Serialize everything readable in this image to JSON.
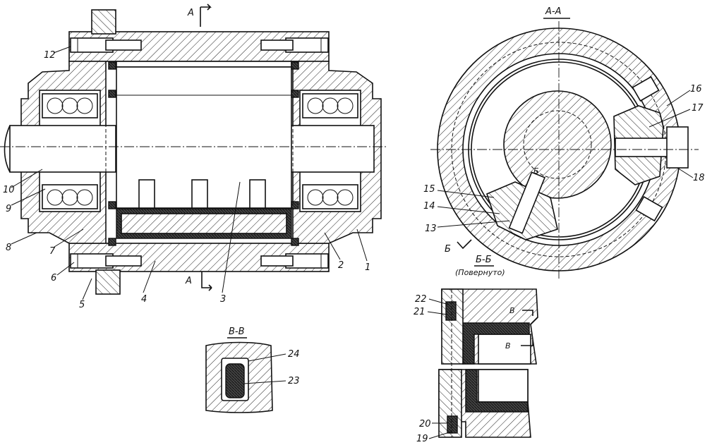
{
  "main_view": {
    "section_marks": [
      "А",
      "А"
    ],
    "callouts": [
      "1",
      "2",
      "3",
      "4",
      "5",
      "6",
      "7",
      "8",
      "9",
      "10",
      "12"
    ]
  },
  "section_aa": {
    "title": "А-А",
    "view_mark": "Б",
    "inner_mark": "Б",
    "callouts": [
      "13",
      "14",
      "15",
      "16",
      "17",
      "18"
    ]
  },
  "section_bb": {
    "title": "Б-Б",
    "subtitle": "(Повернуто)",
    "view_marks": [
      "В",
      "В"
    ],
    "callouts": [
      "19",
      "20",
      "21",
      "22"
    ]
  },
  "section_vv": {
    "title": "В-В",
    "callouts": [
      "23",
      "24"
    ]
  }
}
